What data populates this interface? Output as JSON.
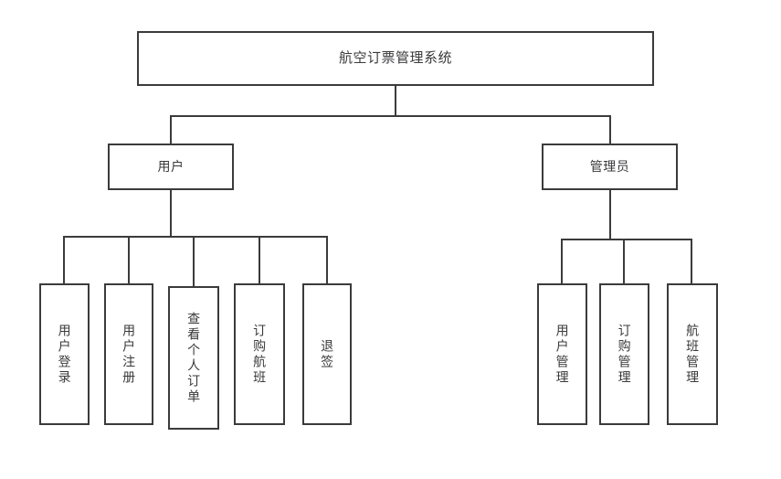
{
  "diagram": {
    "type": "tree-hierarchy",
    "title_node": "航空订票管理系统",
    "colors": {
      "stroke": "#3b3b3d",
      "text": "#3a3a3c",
      "background": "#ffffff"
    },
    "levels": {
      "root": {
        "label": "航空订票管理系统"
      },
      "branches": [
        {
          "id": "user",
          "label": "用户"
        },
        {
          "id": "admin",
          "label": "管理员"
        }
      ],
      "user_children": [
        {
          "id": "user-login",
          "label": "用户登录"
        },
        {
          "id": "user-reg",
          "label": "用户注册"
        },
        {
          "id": "view-orders",
          "label": "查看个人订单"
        },
        {
          "id": "book-flight",
          "label": "订购航班"
        },
        {
          "id": "refund",
          "label": "退签"
        }
      ],
      "admin_children": [
        {
          "id": "user-mgmt",
          "label": "用户管理"
        },
        {
          "id": "order-mgmt",
          "label": "订购管理"
        },
        {
          "id": "flight-mgmt",
          "label": "航班管理"
        }
      ]
    }
  }
}
